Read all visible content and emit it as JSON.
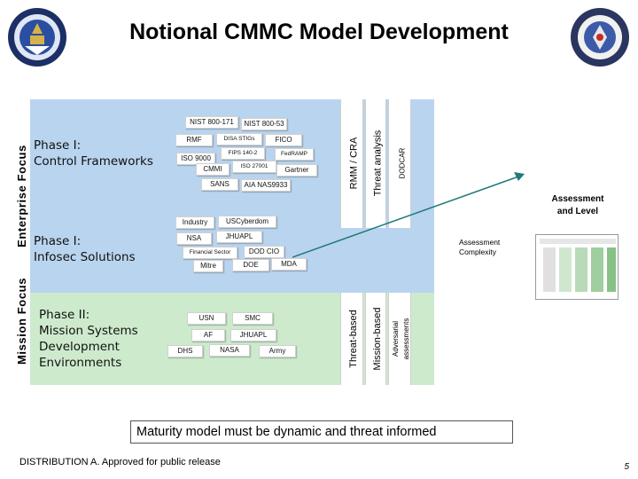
{
  "slide": {
    "title": "Notional CMMC Model Development",
    "page_number": "5"
  },
  "sidebar": {
    "enterprise_focus": "Enterprise Focus",
    "mission_focus": "Mission Focus"
  },
  "phases": {
    "phase1_control": "Phase I:\nControl Frameworks",
    "phase1_infosec": "Phase I:\nInfosec Solutions",
    "phase2_mission": "Phase II:\nMission Systems\nDevelopment\nEnvironments"
  },
  "control_frameworks": {
    "nist_171": "NIST 800-171",
    "nist_53": "NIST 800-53",
    "rmf": "RMF",
    "disa_stigs": "DISA STIGs",
    "fico": "FICO",
    "fips": "FIPS 140-2",
    "fedramp": "FedRAMP",
    "iso9000": "ISO 9000",
    "cmmi": "CMMI",
    "iso27001": "ISO 27001",
    "gartner": "Gartner",
    "sans": "SANS",
    "aia": "AIA NAS9933"
  },
  "infosec_solutions": {
    "industry": "Industry",
    "uscyber": "USCyberdom",
    "nsa": "NSA",
    "jhuapl": "JHUAPL",
    "financial": "Financial Sector",
    "dodcio": "DOD CIO",
    "mitre": "Mitre",
    "doe": "DOE",
    "mda": "MDA"
  },
  "mission_env": {
    "usn": "USN",
    "smc": "SMC",
    "af": "AF",
    "jhuapl": "JHUAPL",
    "dhs": "DHS",
    "nasa": "NASA",
    "army": "Army"
  },
  "columns": {
    "rmm_cra": "RMM / CRA",
    "threat_analysis": "Threat analysis",
    "dodcar": "DODCAR",
    "threat_based": "Threat-based",
    "mission_based": "Mission-based",
    "adversarial": "Adversarial\nassessments"
  },
  "assessment": {
    "level_label": "Assessment\nand Level",
    "complexity_label": "Assessment\nComplexity"
  },
  "maturity_statement": "Maturity model must be dynamic and threat informed",
  "distribution": "DISTRIBUTION A.  Approved for public release",
  "colors": {
    "enterprise_panel": "#b9d4ee",
    "mission_panel": "#cdeacd",
    "arrow": "#1f7a78"
  },
  "icons": {
    "left_seal": "dod-cio-seal-icon",
    "right_seal": "dod-seal-icon"
  }
}
